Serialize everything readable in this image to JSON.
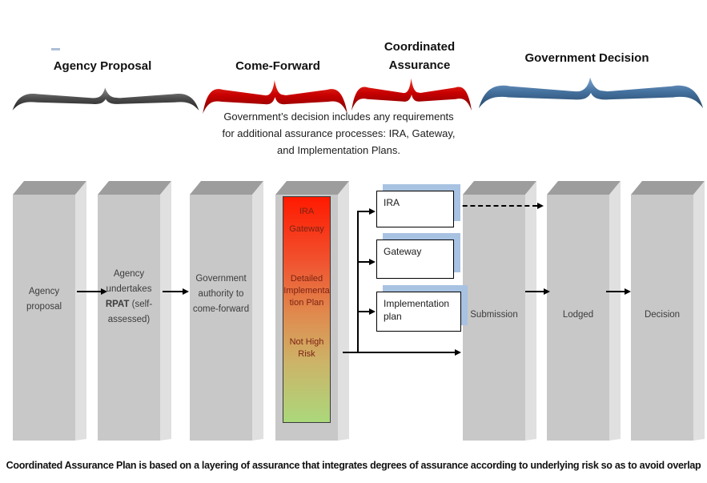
{
  "phases": {
    "agency_proposal": "Agency Proposal",
    "come_forward": "Come-Forward",
    "coordinated_assurance": "Coordinated Assurance",
    "government_decision": "Government Decision"
  },
  "note": "Government’s decision includes any requirements for additional assurance processes: IRA, Gateway, and Implementation Plans.",
  "pillars": {
    "p1": "Agency proposal",
    "p2_pre": "Agency undertakes ",
    "p2_bold": "RPAT",
    "p2_post": " (self-assessed)",
    "p3": "Government authority to come-forward",
    "p5": "Submission",
    "p6": "Lodged",
    "p7": "Decision"
  },
  "risk_scale": {
    "label_ira": "IRA",
    "label_gateway": "Gateway",
    "label_detailed": "Detailed Implementation Plan",
    "label_not_high_risk": "Not High Risk"
  },
  "boxes": {
    "ira": "IRA",
    "gateway": "Gateway",
    "implementation": "Implementation plan"
  },
  "footer": "Coordinated Assurance Plan is based on a layering of assurance that integrates degrees of assurance according to underlying risk so as to avoid overlap",
  "colors": {
    "brace_gray": "#4a4a4a",
    "brace_red": "#c00000",
    "brace_blue": "#45729f",
    "pillar_front": "#c8c8c8",
    "pillar_side": "#e0e0e0",
    "pillar_top": "#9d9d9d",
    "risk_gradient_top": "#ff1a00",
    "risk_gradient_bottom": "#abd87b",
    "risk_text": "#7a2314",
    "box_shadow_blue": "#a8c2e2",
    "connector": "#000000"
  }
}
